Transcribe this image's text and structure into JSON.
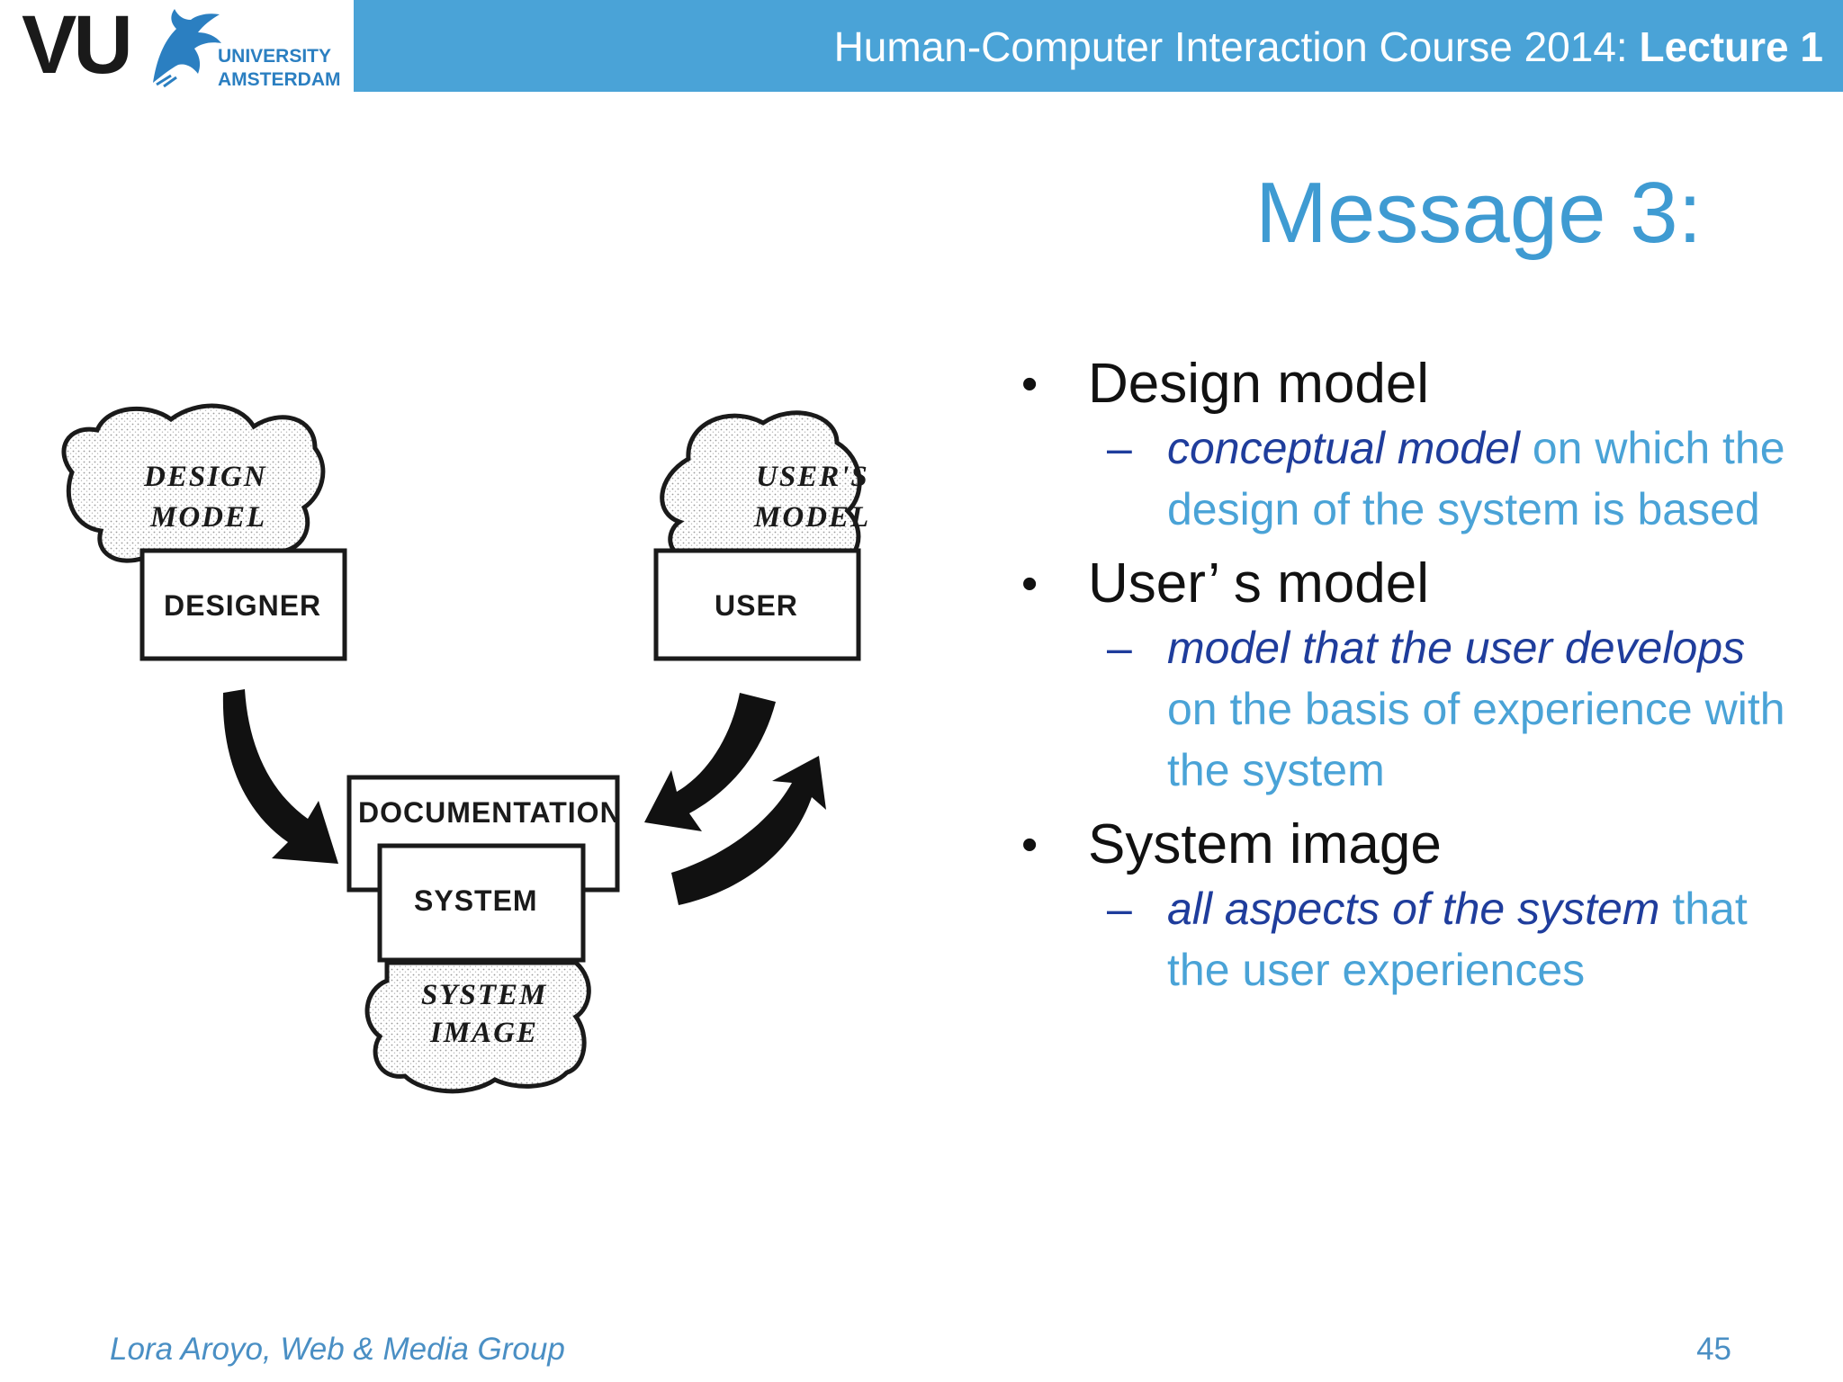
{
  "header": {
    "logo_letters": "VU",
    "logo_university": "UNIVERSITY",
    "logo_city": "AMSTERDAM",
    "course": "Human-Computer Interaction Course 2014: ",
    "lecture": "Lecture 1"
  },
  "title": "Message 3:",
  "diagram": {
    "design_model_line1": "DESIGN",
    "design_model_line2": "MODEL",
    "designer": "DESIGNER",
    "users_model_line1": "USER'S",
    "users_model_line2": "MODEL",
    "user": "USER",
    "documentation": "DOCUMENTATION",
    "system": "SYSTEM",
    "system_image_line1": "SYSTEM",
    "system_image_line2": "IMAGE"
  },
  "bullets": [
    {
      "heading": "Design model",
      "dash": "–",
      "emph": "conceptual model",
      "rest": " on which the design of the system is based"
    },
    {
      "heading": "User’ s model",
      "dash": "–",
      "emph": "model that the user develops",
      "rest": " on the basis of experience with the system"
    },
    {
      "heading": "System image",
      "dash": "–",
      "emph": "all aspects of the system",
      "rest": " that the user experiences"
    }
  ],
  "bullet_symbol": "•",
  "footer": {
    "author": "Lora Aroyo, Web & Media Group",
    "page": "45"
  },
  "colors": {
    "header_bar": "#4aa3d7",
    "title": "#3f9bd2",
    "emphasis": "#1f3d9c",
    "sub_text": "#4aa3d7"
  }
}
